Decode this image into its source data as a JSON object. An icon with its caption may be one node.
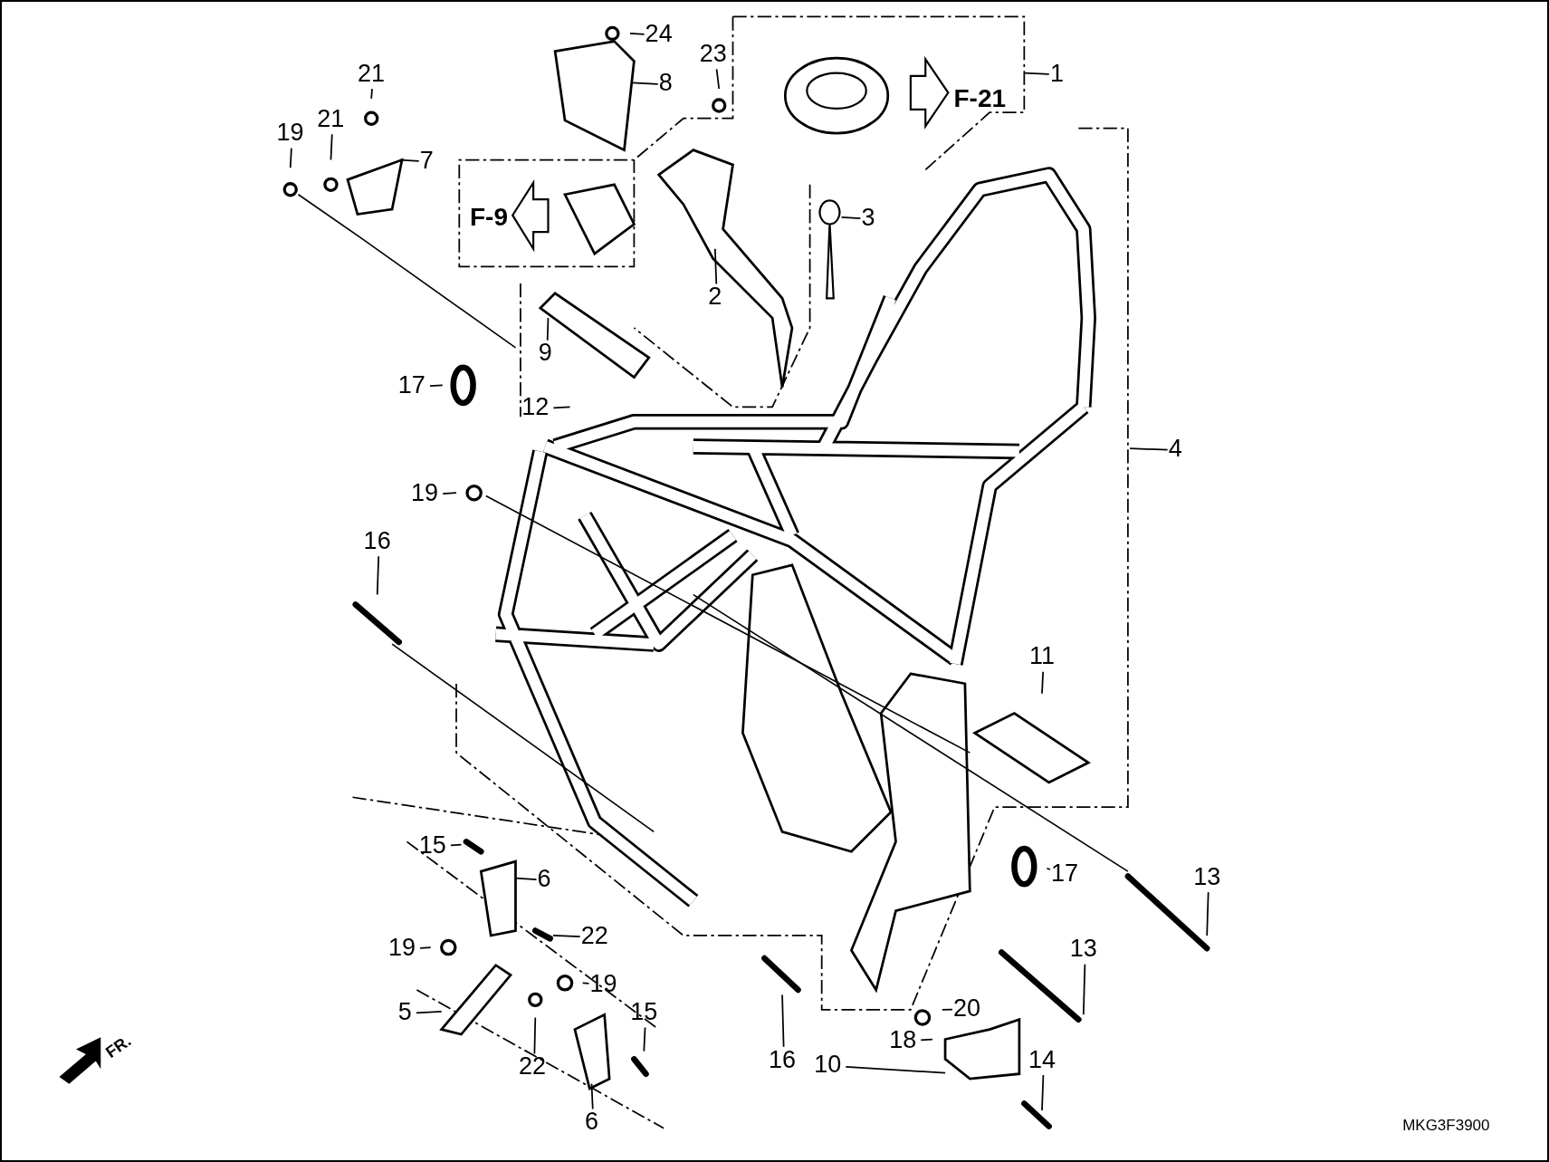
{
  "diagram": {
    "nodes": [
      {
        "text": [
          "24"
        ]
      },
      {
        "text": [
          "23"
        ]
      },
      {
        "text": [
          "1"
        ]
      },
      {
        "text": [
          "8"
        ]
      },
      {
        "text": [
          "21"
        ]
      },
      {
        "text": [
          "21"
        ]
      },
      {
        "text": [
          "19"
        ]
      },
      {
        "text": [
          "7"
        ]
      },
      {
        "text": [
          "3"
        ]
      },
      {
        "text": [
          "2"
        ]
      },
      {
        "text": [
          "9"
        ]
      },
      {
        "text": [
          "17"
        ]
      },
      {
        "text": [
          "12"
        ]
      },
      {
        "text": [
          "4"
        ]
      },
      {
        "text": [
          "19"
        ]
      },
      {
        "text": [
          "16"
        ]
      },
      {
        "text": [
          "11"
        ]
      },
      {
        "text": [
          "15"
        ]
      },
      {
        "text": [
          "6"
        ]
      },
      {
        "text": [
          "22"
        ]
      },
      {
        "text": [
          "19"
        ]
      },
      {
        "text": [
          "19"
        ]
      },
      {
        "text": [
          "5"
        ]
      },
      {
        "text": [
          "15"
        ]
      },
      {
        "text": [
          "13"
        ]
      },
      {
        "text": [
          "17"
        ]
      },
      {
        "text": [
          "13"
        ]
      },
      {
        "text": [
          "20"
        ]
      },
      {
        "text": [
          "22"
        ]
      },
      {
        "text": [
          "16"
        ]
      },
      {
        "text": [
          "10"
        ]
      },
      {
        "text": [
          "18"
        ]
      },
      {
        "text": [
          "14"
        ]
      },
      {
        "text": [
          "6"
        ]
      }
    ],
    "edges": [
      {
        "from": 0,
        "to": null,
        "arrow": "none"
      },
      {
        "from": 1,
        "to": null,
        "arrow": "none"
      },
      {
        "from": 2,
        "to": null,
        "arrow": "none"
      },
      {
        "from": 3,
        "to": null,
        "arrow": "none"
      },
      {
        "from": 4,
        "to": null,
        "arrow": "none"
      },
      {
        "from": 5,
        "to": null,
        "arrow": "none"
      },
      {
        "from": 6,
        "to": null,
        "arrow": "none"
      },
      {
        "from": 7,
        "to": null,
        "arrow": "none"
      },
      {
        "from": 8,
        "to": null,
        "arrow": "none"
      },
      {
        "from": 9,
        "to": null,
        "arrow": "none"
      },
      {
        "from": 10,
        "to": null,
        "arrow": "none"
      },
      {
        "from": 11,
        "to": null,
        "arrow": "none"
      },
      {
        "from": 12,
        "to": null,
        "arrow": "none"
      },
      {
        "from": 13,
        "to": null,
        "arrow": "none"
      },
      {
        "from": 14,
        "to": null,
        "arrow": "none"
      },
      {
        "from": 15,
        "to": null,
        "arrow": "none"
      },
      {
        "from": 16,
        "to": null,
        "arrow": "none"
      },
      {
        "from": 17,
        "to": null,
        "arrow": "none"
      },
      {
        "from": 18,
        "to": null,
        "arrow": "none"
      },
      {
        "from": 19,
        "to": null,
        "arrow": "none"
      },
      {
        "from": 20,
        "to": null,
        "arrow": "none"
      },
      {
        "from": 21,
        "to": null,
        "arrow": "none"
      },
      {
        "from": 22,
        "to": null,
        "arrow": "none"
      },
      {
        "from": 23,
        "to": null,
        "arrow": "none"
      },
      {
        "from": 24,
        "to": null,
        "arrow": "none"
      },
      {
        "from": 25,
        "to": null,
        "arrow": "none"
      },
      {
        "from": 26,
        "to": null,
        "arrow": "none"
      },
      {
        "from": 27,
        "to": null,
        "arrow": "none"
      },
      {
        "from": 28,
        "to": null,
        "arrow": "none"
      },
      {
        "from": 29,
        "to": null,
        "arrow": "none"
      },
      {
        "from": 30,
        "to": null,
        "arrow": "none"
      },
      {
        "from": 31,
        "to": null,
        "arrow": "none"
      },
      {
        "from": 32,
        "to": null,
        "arrow": "none"
      },
      {
        "from": 33,
        "to": null,
        "arrow": "none"
      }
    ],
    "labels": [
      "F-21",
      "F-9",
      "FR.",
      "MKG3F3900"
    ]
  }
}
